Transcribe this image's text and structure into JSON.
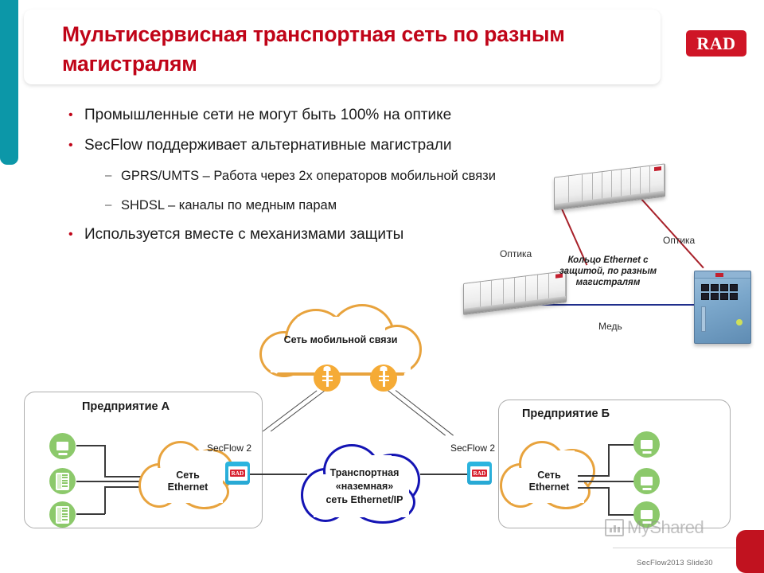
{
  "slide": {
    "title": "Мультисервисная транспортная сеть по разным магистралям",
    "brand_logo": "RAD",
    "footer": "SecFlow2013 Slide30",
    "watermark": "MyShared",
    "accent_teal": "#0c97a8",
    "accent_red": "#c00418",
    "brand_red": "#cf1526"
  },
  "bullets": [
    {
      "level": 1,
      "marker": "•",
      "text": "Промышленные сети не  могут  быть 100% на оптике"
    },
    {
      "level": 1,
      "marker": "•",
      "text": "SecFlow поддерживает альтернативные магистрали"
    },
    {
      "level": 2,
      "marker": "–",
      "text": "GPRS/UMTS – Работа через 2х операторов мобильной связи"
    },
    {
      "level": 2,
      "marker": "–",
      "text": "SHDSL – каналы по медным парам"
    },
    {
      "level": 1,
      "marker": "•",
      "text": "Используется вместе с механизмами защиты"
    }
  ],
  "topology": {
    "ring_caption": "Кольцо Ethernet  с защитой, по разным магистралям",
    "labels": {
      "fiber_left": "Оптика",
      "fiber_right": "Оптика",
      "copper": "Медь"
    },
    "link_colors": {
      "fiber": "#a8212a",
      "copper": "#1f2e8c"
    }
  },
  "network": {
    "mobile_cloud": "Сеть мобильной  связи",
    "transport_cloud": "Транспортная «наземная» сеть Ethernet/IP",
    "transport_cloud_lines": [
      "Транспортная",
      "«наземная»",
      "сеть Ethernet/IP"
    ],
    "cloud_colors": {
      "mobile": "#e8a33d",
      "transport": "#1414b4",
      "enterprise": "#e8a33d"
    }
  },
  "enterprise_a": {
    "title": "Предприятие А",
    "cloud": "Сеть Ethernet",
    "cloud_lines": [
      "Сеть",
      "Ethernet"
    ],
    "device_label": "SecFlow 2",
    "device_brand": "RAD",
    "endpoints": [
      "workstation",
      "server",
      "server"
    ]
  },
  "enterprise_b": {
    "title": "Предприятие Б",
    "cloud": "Сеть Ethernet",
    "cloud_lines": [
      "Сеть",
      "Ethernet"
    ],
    "device_label": "SecFlow 2",
    "device_brand": "RAD",
    "endpoints": [
      "workstation",
      "workstation",
      "workstation"
    ]
  }
}
